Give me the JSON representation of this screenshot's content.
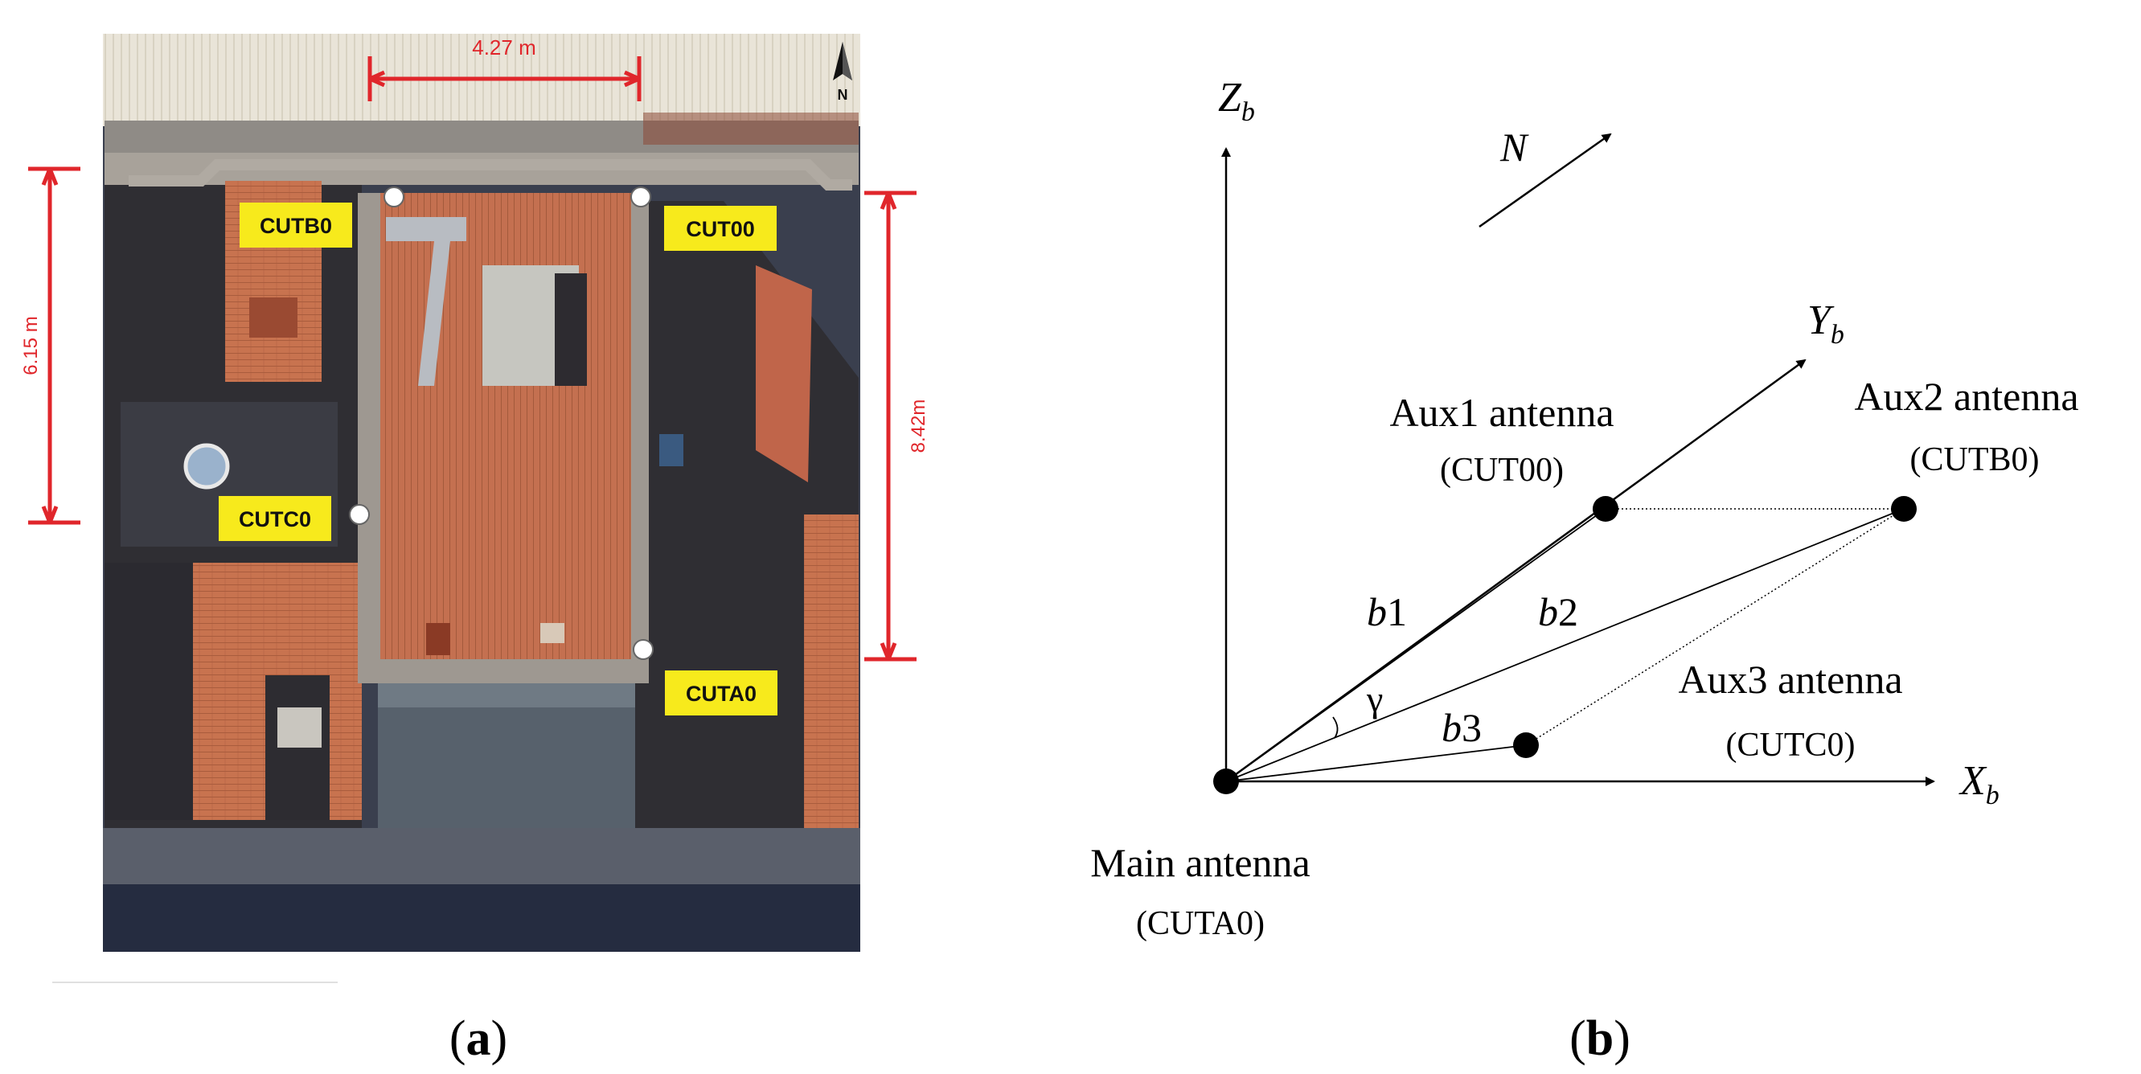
{
  "panel_a": {
    "dim_top": "4.27 m",
    "dim_left": "6.15 m",
    "dim_right": "8.42m",
    "north_letter": "N",
    "labels": {
      "cutb0": "CUTB0",
      "cut00": "CUT00",
      "cutc0": "CUTC0",
      "cuta0": "CUTA0"
    },
    "caption_letter": "a"
  },
  "panel_b": {
    "axes": {
      "z": "Z",
      "y": "Y",
      "x": "X",
      "subscript": "b"
    },
    "north_label": "N",
    "antennas": {
      "aux1_name": "Aux1 antenna",
      "aux1_id": "(CUT00)",
      "aux2_name": "Aux2 antenna",
      "aux2_id": "(CUTB0)",
      "aux3_name": "Aux3 antenna",
      "aux3_id": "(CUTC0)",
      "main_name": "Main antenna",
      "main_id": "(CUTA0)"
    },
    "baselines": {
      "b1": "1",
      "b2": "2",
      "b3": "3",
      "italic_b": "b"
    },
    "angle_symbol": "γ",
    "caption_letter": "b"
  },
  "colors": {
    "dimension_red": "#e0262b",
    "label_yellow": "#f7ea1c",
    "roof_tile": "#c8734f",
    "shadow_dark": "#2f2e33"
  }
}
